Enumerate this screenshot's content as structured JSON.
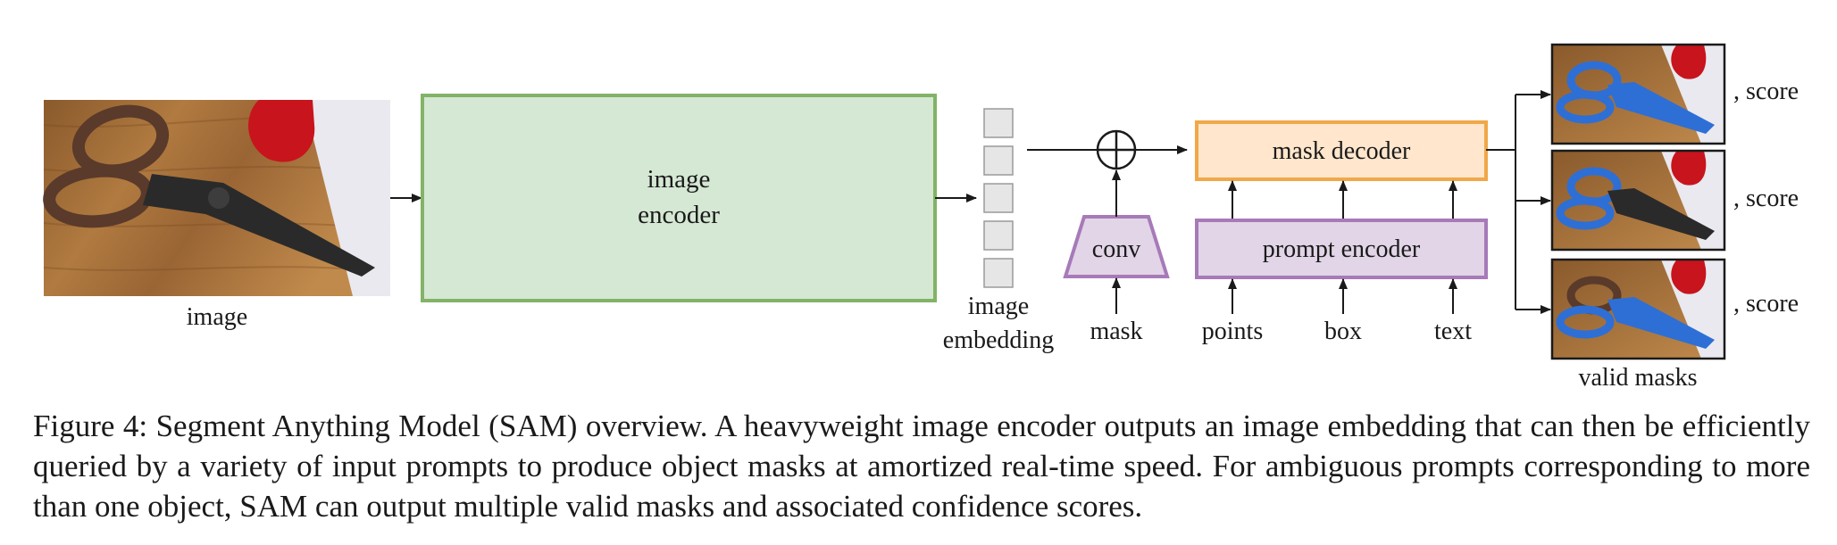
{
  "diagram": {
    "input_image_label": "image",
    "image_encoder_label_line1": "image",
    "image_encoder_label_line2": "encoder",
    "embedding_label_line1": "image",
    "embedding_label_line2": "embedding",
    "conv_label": "conv",
    "mask_label": "mask",
    "mask_decoder_label": "mask decoder",
    "prompt_encoder_label": "prompt encoder",
    "prompt_inputs": [
      "points",
      "box",
      "text"
    ],
    "output_score_labels": [
      ", score",
      ", score",
      ", score"
    ],
    "valid_masks_label": "valid masks"
  },
  "caption": "Figure 4: Segment Anything Model (SAM) overview. A heavyweight image encoder outputs an image embedding that can then be efficiently queried by a variety of input prompts to produce object masks at amortized real-time speed. For ambiguous prompts corresponding to more than one object, SAM can output multiple valid masks and associated confidence scores.",
  "colors": {
    "image_encoder_fill": "#d5e8d4",
    "image_encoder_stroke": "#82b366",
    "mask_decoder_fill": "#ffe6cc",
    "mask_decoder_stroke": "#f0a848",
    "prompt_encoder_fill": "#e1d5e7",
    "prompt_encoder_stroke": "#a77ab8",
    "embedding_cell_fill": "#e6e6e6",
    "mask_highlight": "#2e6fd6"
  }
}
